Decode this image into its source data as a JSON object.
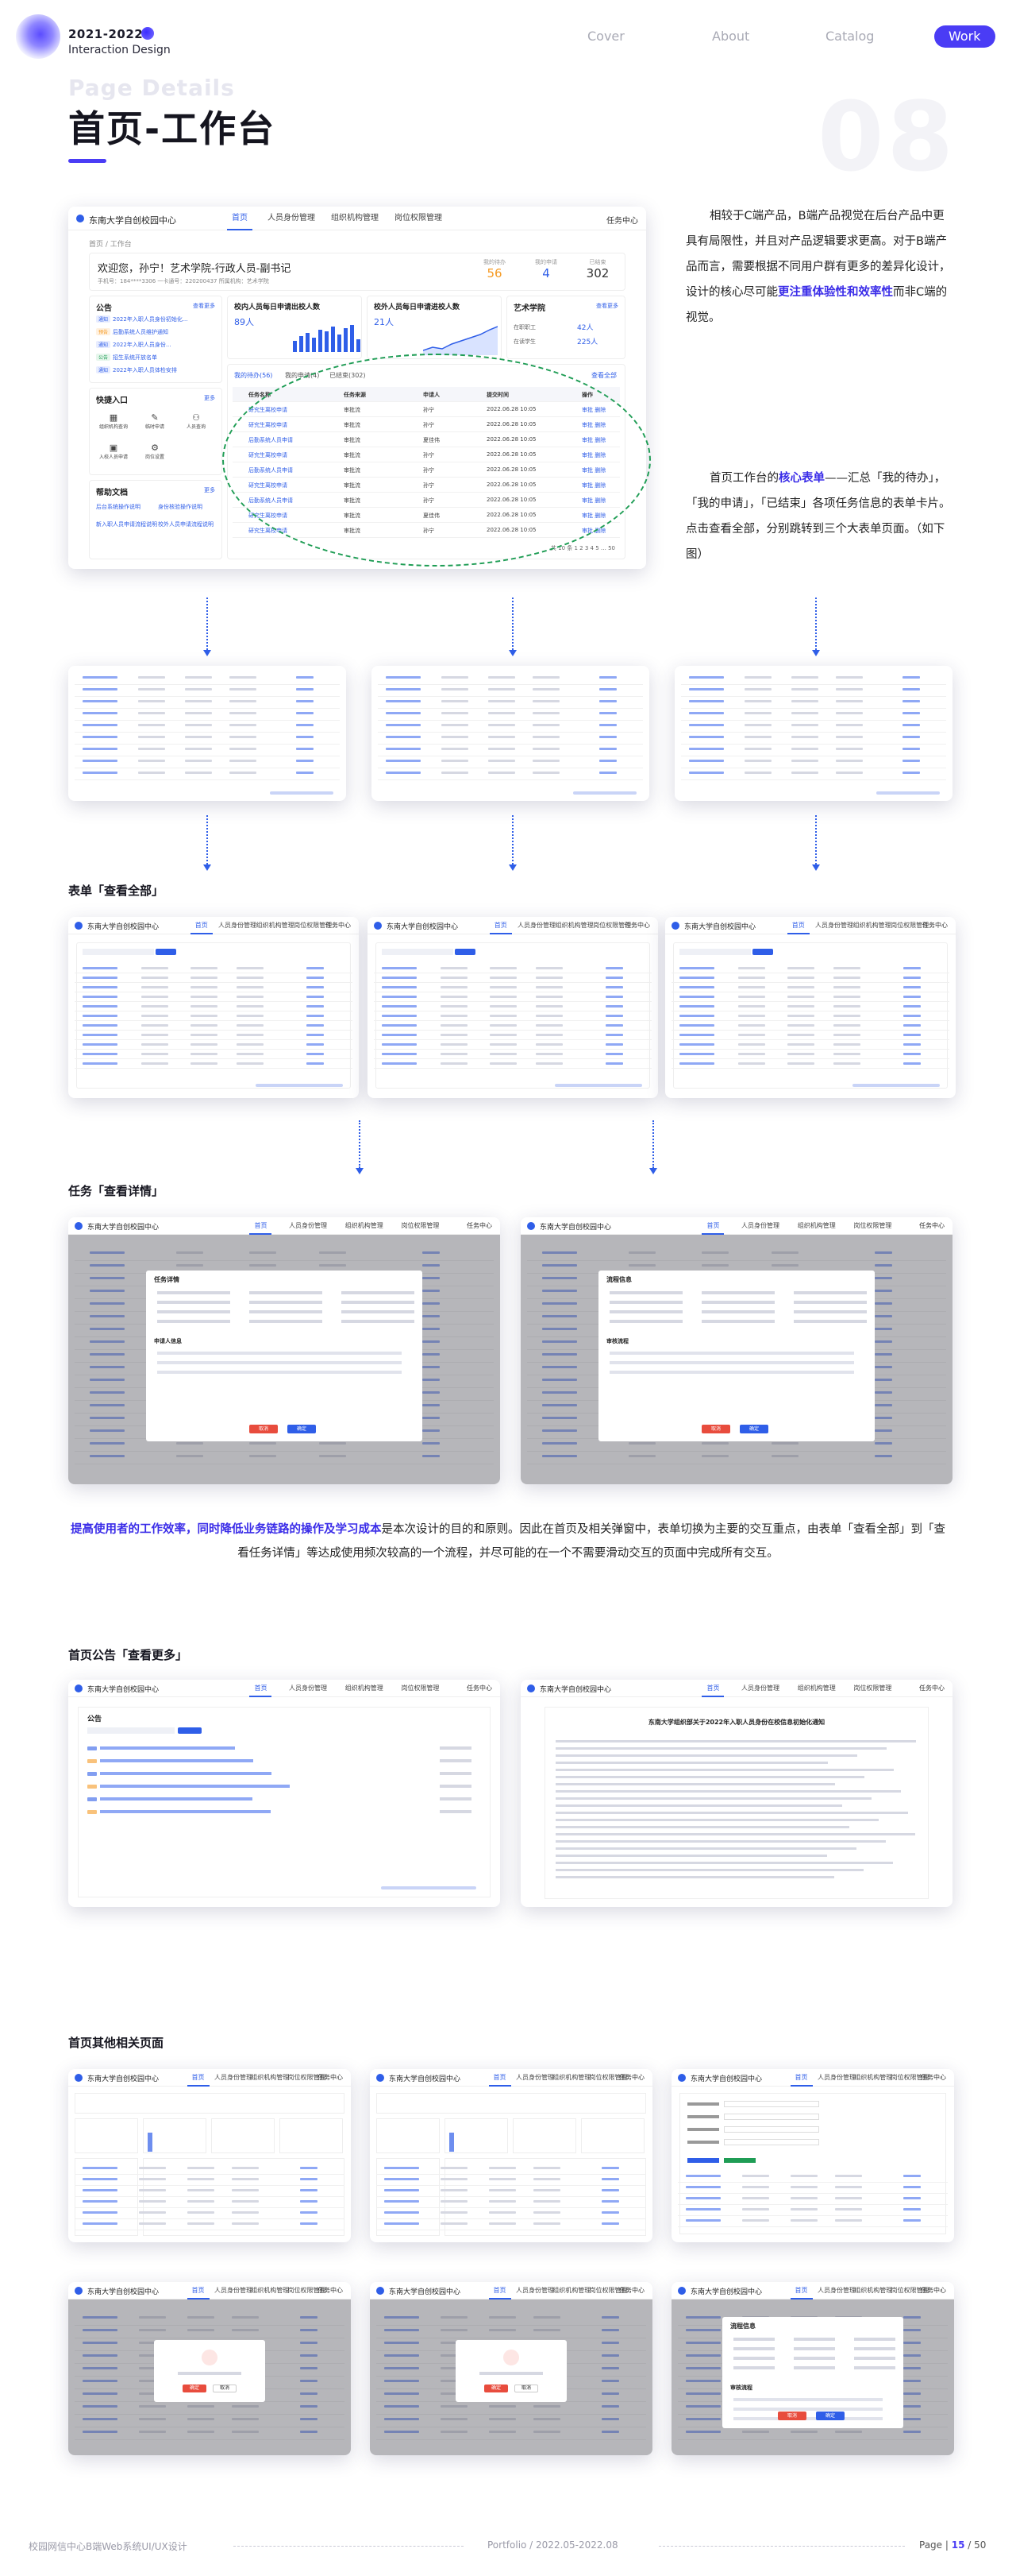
{
  "brand": {
    "year": "2021-2022",
    "subtitle": "Interaction Design"
  },
  "nav": {
    "cover": "Cover",
    "about": "About",
    "catalog": "Catalog",
    "work": "Work"
  },
  "header": {
    "label": "Page Details",
    "title": "首页-工作台",
    "number": "08"
  },
  "hero": {
    "app_name": "东南大学自创校园中心",
    "tabs": [
      "首页",
      "人员身份管理",
      "组织机构管理",
      "岗位权限管理"
    ],
    "user": "任务中心",
    "breadcrumb": "首页 / 工作台",
    "welcome": "欢迎您，孙宁！艺术学院-行政人员-副书记",
    "welcome_sub": "手机号：184****3306   一卡通号：220200437   所属机构：艺术学院",
    "stats": [
      {
        "label": "我的待办",
        "value": "56",
        "color": "#f59a23"
      },
      {
        "label": "我的申请",
        "value": "4",
        "color": "#2f5ee8"
      },
      {
        "label": "已结束",
        "value": "302",
        "color": "#333333"
      }
    ],
    "notice": {
      "title": "公告",
      "more": "查看更多",
      "items": [
        {
          "tag": "通知",
          "text": "2022年入职人员身份初始化..."
        },
        {
          "tag": "预告",
          "text": "后勤系统人员维护通知"
        },
        {
          "tag": "通知",
          "text": "2022年入职人员身份..."
        },
        {
          "tag": "公告",
          "text": "招生系统开放名单"
        },
        {
          "tag": "通知",
          "text": "2022年入职人员体检安排"
        }
      ]
    },
    "chart1": {
      "title": "校内人员每日申请出校人数",
      "value": "89人"
    },
    "chart2": {
      "title": "校外人员每日申请进校人数",
      "value": "21人"
    },
    "org": {
      "title": "艺术学院",
      "more": "查看更多",
      "row1": "在职职工",
      "row1v": "42人",
      "row2": "在读学生",
      "row2v": "225人"
    },
    "quick": {
      "title": "快捷入口",
      "more": "更多",
      "items": [
        "组织机构查询",
        "临时申请",
        "人员查询",
        "入校人员申请",
        "岗位设置"
      ]
    },
    "help": {
      "title": "帮助文档",
      "more": "更多",
      "items": [
        "后台系统操作说明",
        "身份核验操作说明",
        "新入职人员申请流程说明",
        "校外人员申请流程说明"
      ]
    },
    "tabs2": [
      "我的待办(56)",
      "我的申请(4)",
      "已结束(302)"
    ],
    "view_all": "查看全部",
    "table": {
      "headers": [
        "任务名称",
        "任务来源",
        "申请人",
        "提交时间",
        "操作"
      ],
      "rows": [
        [
          "研究生离校申请",
          "审批流",
          "孙宁",
          "2022.06.28  10:05"
        ],
        [
          "研究生离校申请",
          "审批流",
          "孙宁",
          "2022.06.28  10:05"
        ],
        [
          "后勤系统人员申请",
          "审批流",
          "夏佳伟",
          "2022.06.28  10:05"
        ],
        [
          "研究生离校申请",
          "审批流",
          "孙宁",
          "2022.06.28  10:05"
        ],
        [
          "后勤系统人员申请",
          "审批流",
          "孙宁",
          "2022.06.28  10:05"
        ],
        [
          "研究生离校申请",
          "审批流",
          "孙宁",
          "2022.06.28  10:05"
        ],
        [
          "后勤系统人员申请",
          "审批流",
          "孙宁",
          "2022.06.28  10:05"
        ],
        [
          "研究生离校申请",
          "审批流",
          "夏佳伟",
          "2022.06.28  10:05"
        ],
        [
          "研究生离校申请",
          "审批流",
          "孙宁",
          "2022.06.28  10:05"
        ]
      ],
      "action": "审批  删除",
      "pagination": "共 10 条   1  2  3  4  5  …  50"
    }
  },
  "desc1": {
    "pre": "相较于C端产品，B端产品视觉在后台产品中更具有局限性，并且对产品逻辑要求更高。对于B端产品而言，需要根据不同用户群有更多的差异化设计，设计的核心尽可能",
    "highlight": "更注重体验性和效率性",
    "post": "而非C端的视觉。"
  },
  "desc2": {
    "pre": "首页工作台的",
    "highlight": "核心表单",
    "post": "——汇总「我的待办」，「我的申请」，「已结束」各项任务信息的表单卡片。点击查看全部，分别跳转到三个大表单页面。（如下图）"
  },
  "sections": {
    "view_all": "表单「查看全部」",
    "detail": "任务「查看详情」",
    "notice_more": "首页公告「查看更多」",
    "other": "首页其他相关页面"
  },
  "mini": {
    "app_name": "东南大学自创校园中心",
    "task_detail": "任务详情",
    "applicant_info": "申请人信息",
    "flow_info": "流程信息",
    "approve_flow": "审核流程",
    "notice_title": "公告",
    "article_title": "东南大学组织部关于2022年入职人员身份在校信息初始化通知",
    "confirm": "确定",
    "cancel": "取消"
  },
  "paragraph": {
    "highlight": "提高使用者的工作效率，同时降低业务链路的操作及学习成本",
    "text": "是本次设计的目的和原则。因此在首页及相关弹窗中，表单切换为主要的交互重点，由表单「查看全部」到「查看任务详情」等达成使用频次较高的一个流程，并尽可能的在一个不需要滑动交互的页面中完成所有交互。"
  },
  "footer": {
    "left": "校园网信中心B端Web系统UI/UX设计",
    "middle": "Portfolio / 2022.05-2022.08",
    "page_label": "Page |",
    "page_current": "15",
    "page_total": "/ 50"
  },
  "colors": {
    "accent": "#4a3cf5",
    "link": "#2f5ee8",
    "ellipse": "#1f9d55",
    "danger": "#e84c3d"
  }
}
